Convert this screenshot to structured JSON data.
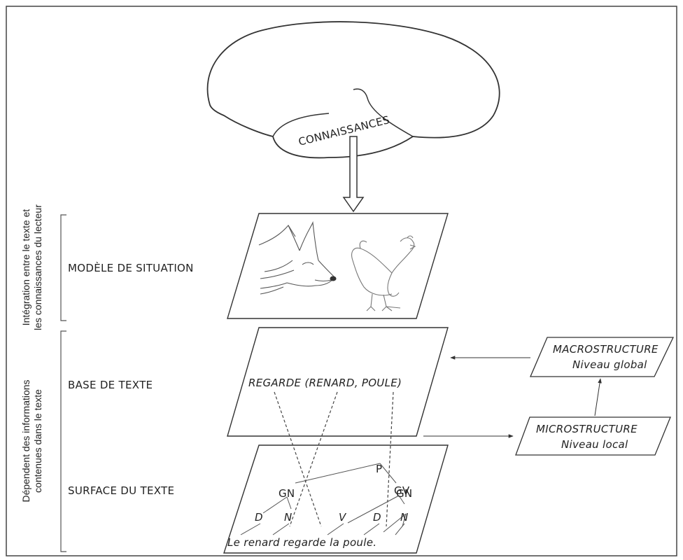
{
  "brain": {
    "label": "CONNAISSANCES"
  },
  "side_labels": {
    "top_line1": "Intégration entre le texte et",
    "top_line2": "les connaissances du lecteur",
    "bottom_line1": "Dépendent des informations",
    "bottom_line2": "contenues dans le texte"
  },
  "levels": {
    "situation": "MODÈLE DE SITUATION",
    "base": "BASE DE TEXTE",
    "surface": "SURFACE DU TEXTE"
  },
  "proposition": "REGARDE (RENARD, POULE)",
  "macro": {
    "title": "MACROSTRUCTURE",
    "subtitle": "Niveau global"
  },
  "micro": {
    "title": "MICROSTRUCTURE",
    "subtitle": "Niveau local"
  },
  "tree": {
    "P": "P",
    "GV": "GV",
    "GN_left": "GN",
    "GN_right": "GN",
    "D1": "D",
    "N1": "N",
    "V": "V",
    "D2": "D",
    "N2": "N"
  },
  "sentence": "Le renard regarde la poule."
}
